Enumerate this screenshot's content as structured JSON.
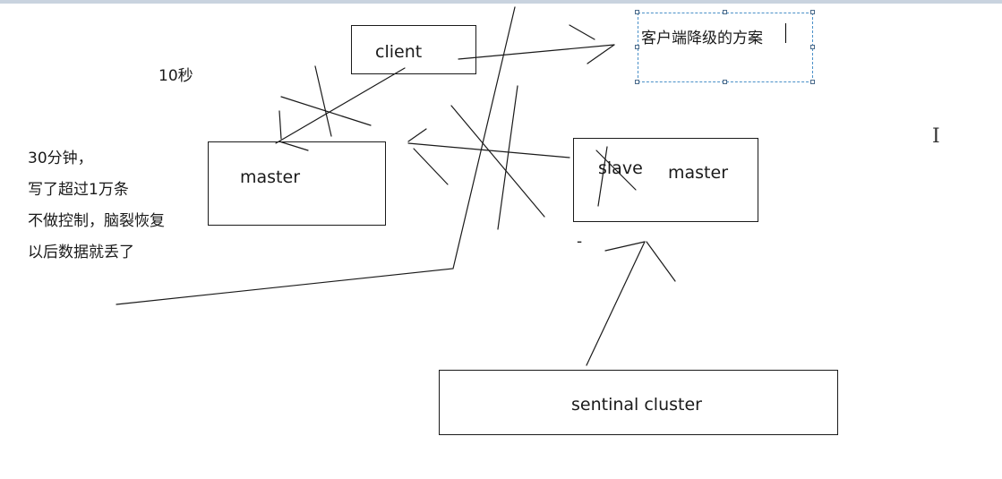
{
  "nodes": {
    "client": "client",
    "master_left": "master",
    "slave": "slave",
    "master_right": "master",
    "sentinal": "sentinal cluster"
  },
  "labels": {
    "ten_seconds": "10秒",
    "selected_text": "客户端降级的方案",
    "dash_mark": "-"
  },
  "notes": [
    "30分钟，",
    "写了超过1万条",
    "不做控制，脑裂恢复",
    "以后数据就丢了"
  ]
}
